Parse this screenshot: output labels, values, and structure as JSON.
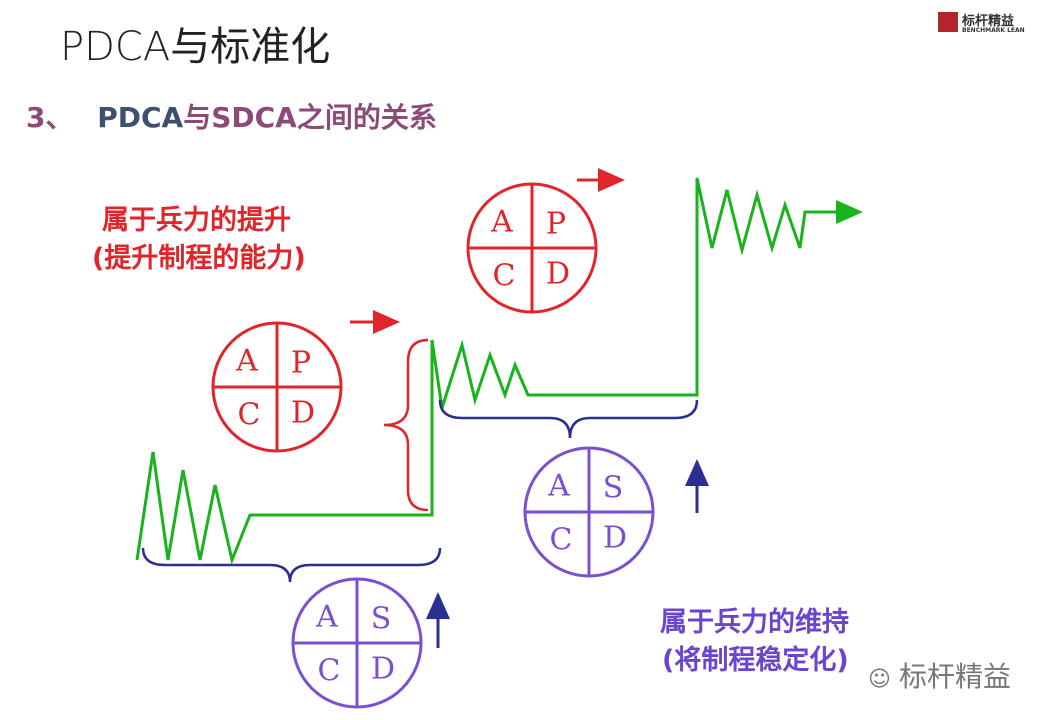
{
  "title": "PDCA与标准化",
  "subtitle": {
    "number": "3、",
    "part1": "PDCA",
    "part2": "与SDCA之间的关系"
  },
  "logo": {
    "name": "标杆精益",
    "sub": "BENCHMARK LEAN"
  },
  "improve_label": {
    "line1": "属于兵力的提升",
    "line2": "(提升制程的能力)"
  },
  "maintain_label": {
    "line1": "属于兵力的维持",
    "line2": "(将制程稳定化)"
  },
  "pdca_cycle": [
    "A",
    "P",
    "C",
    "D"
  ],
  "sdca_cycle": [
    "A",
    "S",
    "C",
    "D"
  ],
  "watermark": "标杆精益",
  "colors": {
    "red": "#e0262b",
    "purple": "#7a4fd0",
    "green": "#19b31e",
    "blue": "#2b2f8f"
  }
}
